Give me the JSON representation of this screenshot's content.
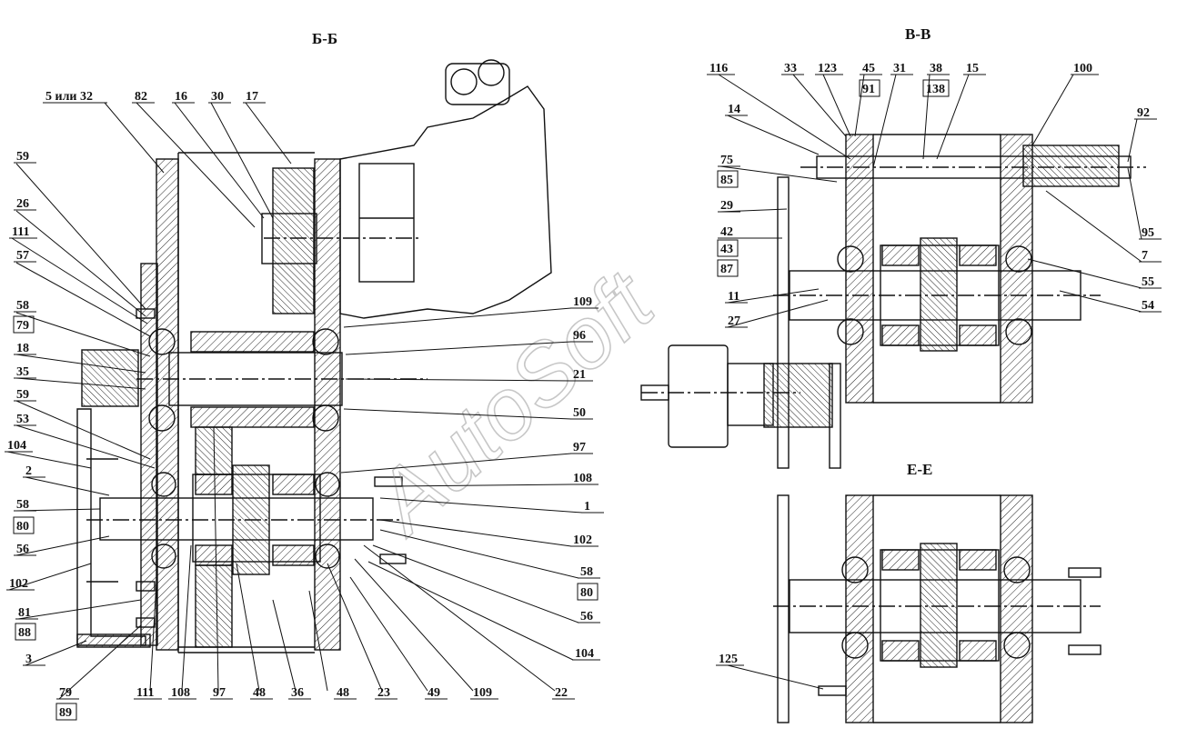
{
  "sections": {
    "bb": "Б-Б",
    "vv": "В-В",
    "ee": "Е-Е"
  },
  "watermark": "AutoSoft",
  "labels": {
    "bb": [
      "5 или 32",
      "82",
      "16",
      "30",
      "17",
      "59",
      "26",
      "111",
      "57",
      "58",
      "79",
      "18",
      "35",
      "59",
      "53",
      "104",
      "2",
      "58",
      "80",
      "56",
      "102",
      "81",
      "88",
      "3",
      "79",
      "89",
      "111",
      "108",
      "97",
      "48",
      "36",
      "48",
      "23",
      "49",
      "109",
      "22",
      "109",
      "96",
      "21",
      "50",
      "97",
      "108",
      "1",
      "102",
      "58",
      "80",
      "56",
      "104"
    ],
    "vv": [
      "116",
      "33",
      "123",
      "45",
      "91",
      "31",
      "38",
      "138",
      "15",
      "100",
      "14",
      "92",
      "75",
      "85",
      "29",
      "42",
      "43",
      "87",
      "11",
      "27",
      "95",
      "7",
      "55",
      "54"
    ],
    "ee": [
      "125"
    ]
  }
}
